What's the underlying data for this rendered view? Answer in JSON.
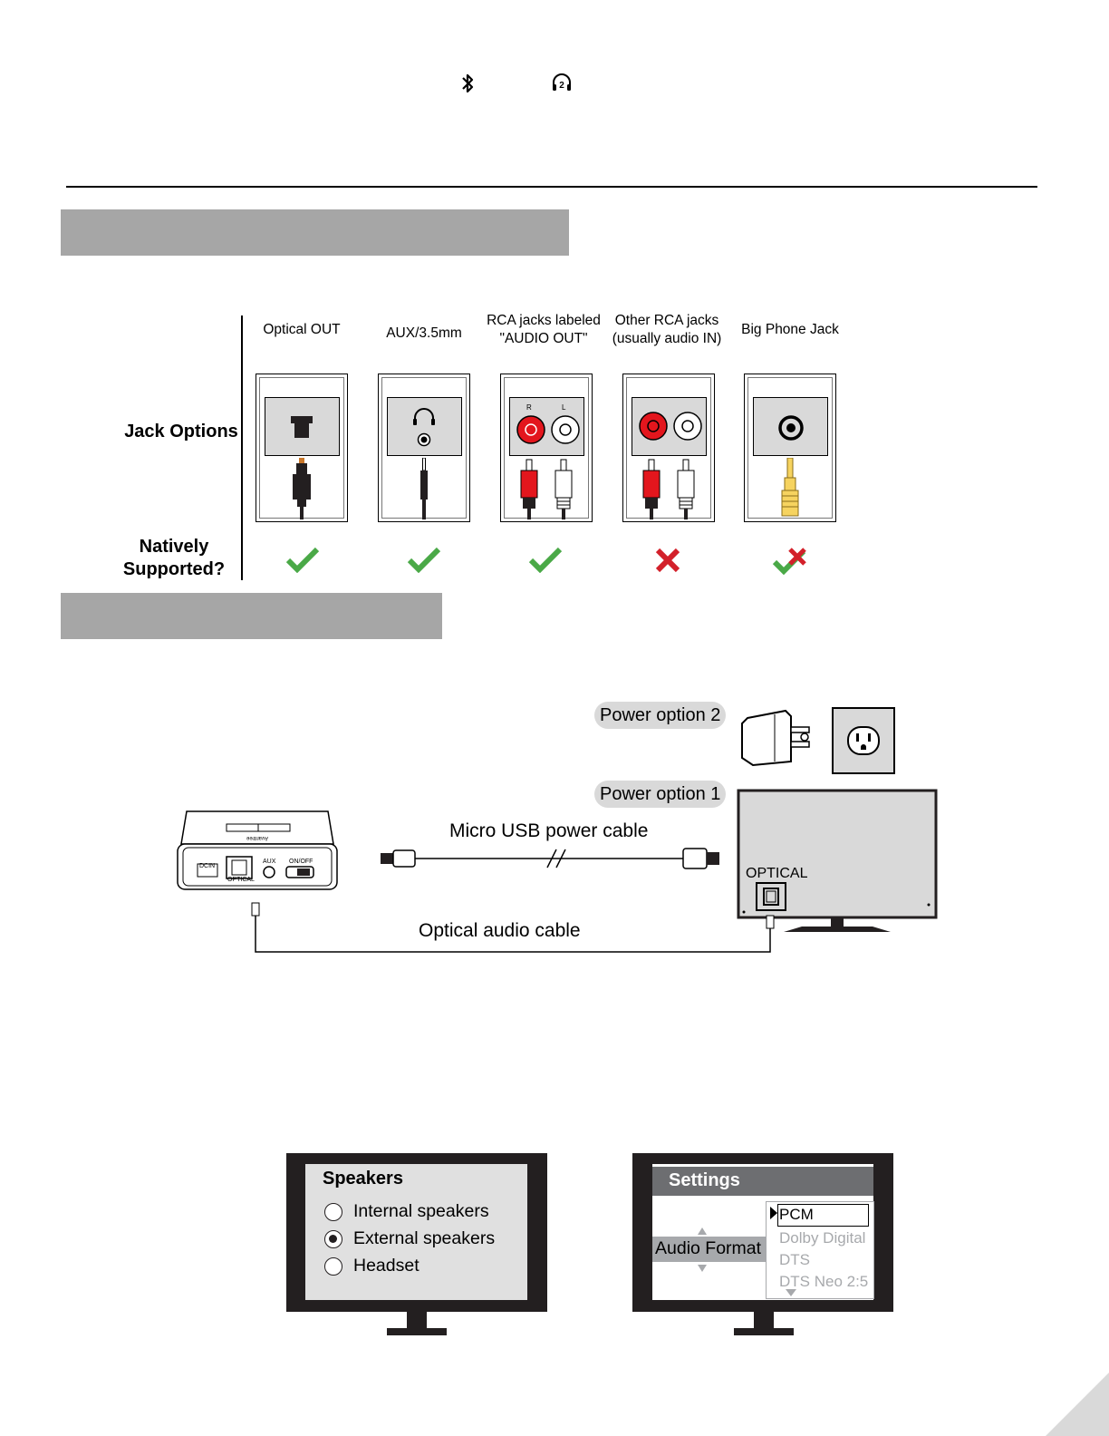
{
  "header_icons": [
    "bluetooth-icon",
    "headphones-two-icon"
  ],
  "section1": {
    "bar_color": "#a6a6a6"
  },
  "jack_table": {
    "row_labels": {
      "jack_options": "Jack Options",
      "natively_supported": "Natively Supported?"
    },
    "columns": [
      {
        "label": "Optical OUT",
        "connector": "optical-icon",
        "supported": "yes"
      },
      {
        "label": "AUX/3.5mm",
        "connector": "aux-jack-icon",
        "supported": "yes"
      },
      {
        "label": "RCA jacks labeled \"AUDIO OUT\"",
        "connector": "rca-jack-icon",
        "supported": "yes",
        "jack_labels": [
          "R",
          "L"
        ]
      },
      {
        "label": "Other RCA jacks (usually audio IN)",
        "connector": "rca-jack-icon",
        "supported": "no"
      },
      {
        "label": "Big Phone Jack",
        "connector": "phone-jack-icon",
        "supported": "partial"
      }
    ],
    "colors": {
      "check": "#4aa947",
      "cross": "#d3202a",
      "rca_red": "#e3161d"
    }
  },
  "section2": {
    "bar_color": "#a6a6a6"
  },
  "connection_diagram": {
    "power_option_2": "Power option 2",
    "power_option_1": "Power option 1",
    "usb_cable_label": "Micro USB power cable",
    "optical_cable_label": "Optical audio cable",
    "tv_port_label": "OPTICAL",
    "device_port_labels": [
      "DCIN",
      "OPTICAL",
      "AUX",
      "ON/OFF"
    ]
  },
  "speakers_screen": {
    "title": "Speakers",
    "options": [
      {
        "label": "Internal speakers",
        "selected": false
      },
      {
        "label": "External speakers",
        "selected": true
      },
      {
        "label": "Headset",
        "selected": false
      }
    ]
  },
  "settings_screen": {
    "title": "Settings",
    "setting_label": "Audio Format",
    "selected": "PCM",
    "other_options": [
      "Dolby Digital",
      "DTS",
      "DTS Neo 2:5"
    ]
  }
}
